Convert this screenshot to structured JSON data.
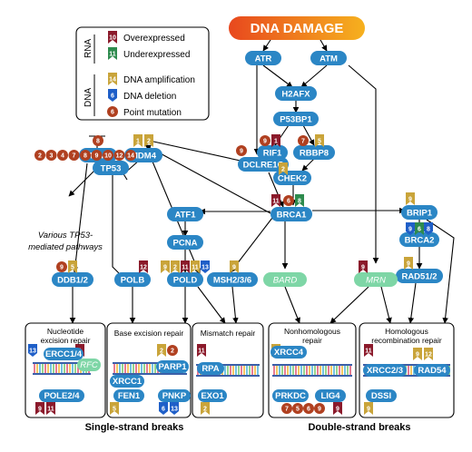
{
  "colors": {
    "node": "#2b86c5",
    "node_alt": "#7ed6a6",
    "overexpressed": "#8b1a2b",
    "underexpressed": "#2e8b4e",
    "amplification": "#c9a43a",
    "deletion": "#1f5fc8",
    "point_mutation": "#b04020",
    "banner_start": "#e8481e",
    "banner_end": "#f6b11e"
  },
  "header": {
    "title": "DNA DAMAGE"
  },
  "legend": {
    "rna_label": "RNA",
    "dna_label": "DNA",
    "items": [
      {
        "badge": "10",
        "label": "Overexpressed",
        "kind": "overexpressed"
      },
      {
        "badge": "11",
        "label": "Underexpressed",
        "kind": "underexpressed"
      },
      {
        "badge": "14",
        "label": "DNA amplification",
        "kind": "amplification"
      },
      {
        "badge": "6",
        "label": "DNA deletion",
        "kind": "deletion"
      },
      {
        "badge": "6",
        "label": "Point mutation",
        "kind": "point_mutation"
      }
    ]
  },
  "nodes": {
    "atr": "ATR",
    "atm": "ATM",
    "h2afx": "H2AFX",
    "p53bp1": "P53BP1",
    "rif1": "RIF1",
    "rbbp8": "RBBP8",
    "chek2": "CHEK2",
    "dclre1c": "DCLRE1C",
    "brca1": "BRCA1",
    "mdm2": "MDM2",
    "mdm4": "MDM4",
    "tp53": "TP53",
    "atf1": "ATF1",
    "pcna": "PCNA",
    "pold": "POLD",
    "msh": "MSH2/3/6",
    "polb": "POLB",
    "ddb1": "DDB1/2",
    "brip1": "BRIP1",
    "brca2": "BRCA2",
    "rad51": "RAD51/2",
    "bard": "BARD",
    "mrn": "MRN"
  },
  "tp53_mutation_badges": [
    "2",
    "3",
    "4",
    "7",
    "8",
    "9",
    "10",
    "12",
    "14"
  ],
  "pathway_note": [
    "Various TP53-",
    "mediated pathways"
  ],
  "panels": {
    "ner": {
      "title": [
        "Nucleotide",
        "excision repair"
      ],
      "genes": [
        "ERCC1/4",
        "RFC",
        "POLE2/4"
      ]
    },
    "ber": {
      "title": [
        "Base excision repair"
      ],
      "genes": [
        "XRCC1",
        "PARP1",
        "FEN1",
        "PNKP"
      ]
    },
    "mmr": {
      "title": [
        "Mismatch repair"
      ],
      "genes": [
        "RPA",
        "EXO1"
      ]
    },
    "nhej": {
      "title": [
        "Nonhomologous",
        "repair"
      ],
      "genes": [
        "XRCC4",
        "PRKDC",
        "LIG4"
      ]
    },
    "hr": {
      "title": [
        "Homologous",
        "recombination repair"
      ],
      "genes": [
        "XRCC2/3",
        "RAD54",
        "DSSI"
      ]
    }
  },
  "footer": {
    "single_strand": "Single-strand breaks",
    "double_strand": "Double-strand breaks"
  }
}
